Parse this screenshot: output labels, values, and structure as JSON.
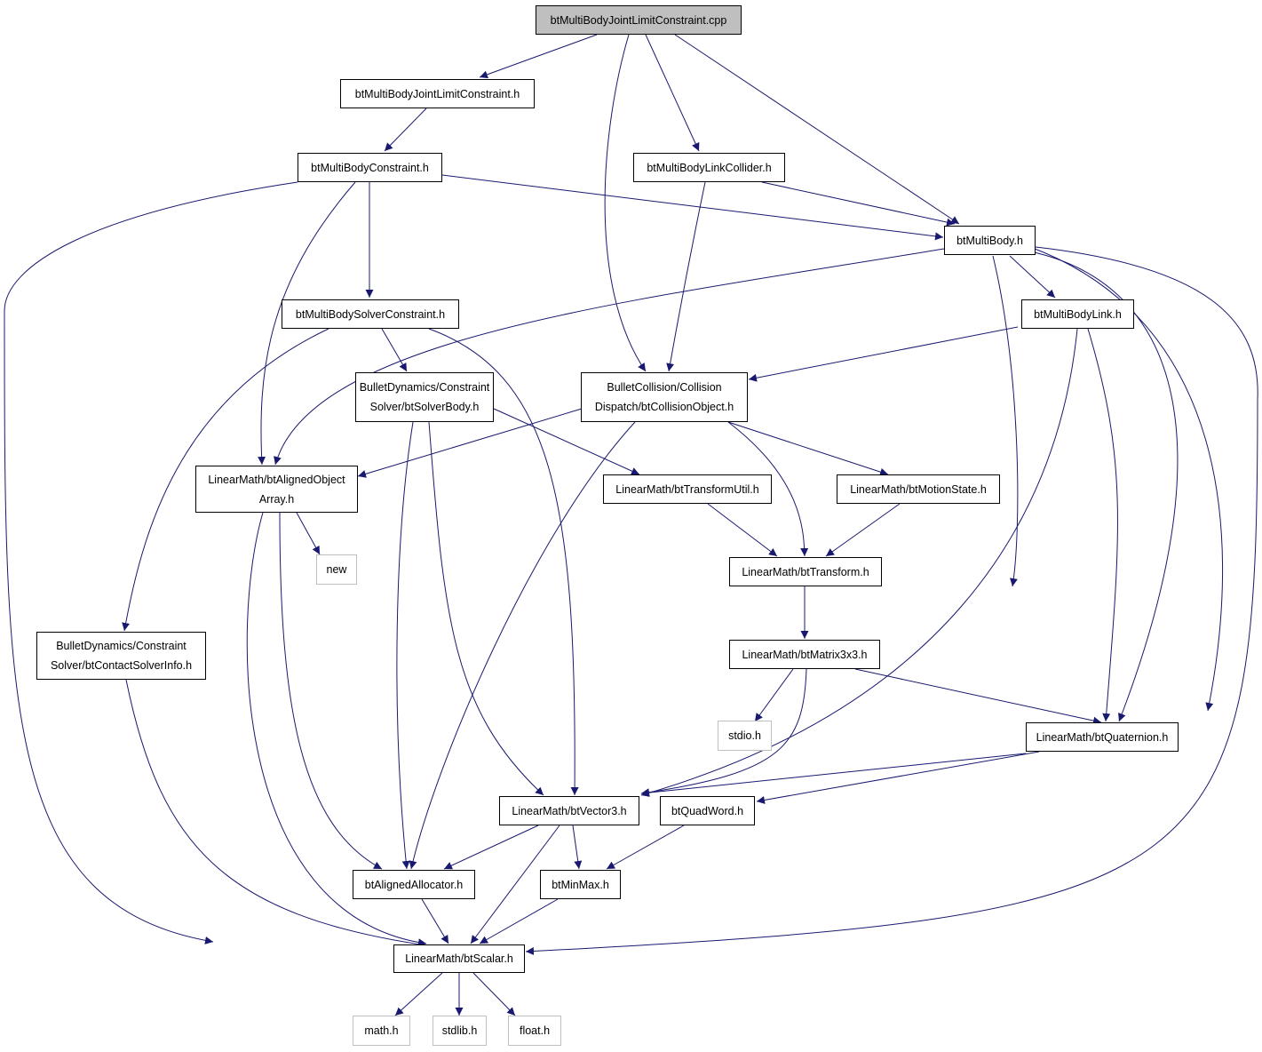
{
  "colors": {
    "edge": "#191970",
    "root_fill": "#bfbfbf",
    "node_border": "#000000",
    "external_border": "#bfbfbf"
  },
  "nodes": {
    "root": {
      "lines": [
        "btMultiBodyJointLimitConstraint.cpp"
      ]
    },
    "jlc_h": {
      "lines": [
        "btMultiBodyJointLimitConstraint.h"
      ]
    },
    "mbc_h": {
      "lines": [
        "btMultiBodyConstraint.h"
      ]
    },
    "linkcollider_h": {
      "lines": [
        "btMultiBodyLinkCollider.h"
      ]
    },
    "multibody_h": {
      "lines": [
        "btMultiBody.h"
      ]
    },
    "solverconstraint_h": {
      "lines": [
        "btMultiBodySolverConstraint.h"
      ]
    },
    "link_h": {
      "lines": [
        "btMultiBodyLink.h"
      ]
    },
    "solverbody_h": {
      "lines": [
        "BulletDynamics/Constraint",
        "Solver/btSolverBody.h"
      ]
    },
    "collisionobject_h": {
      "lines": [
        "BulletCollision/Collision",
        "Dispatch/btCollisionObject.h"
      ]
    },
    "alignedarray_h": {
      "lines": [
        "LinearMath/btAlignedObject",
        "Array.h"
      ]
    },
    "transformutil_h": {
      "lines": [
        "LinearMath/btTransformUtil.h"
      ]
    },
    "motionstate_h": {
      "lines": [
        "LinearMath/btMotionState.h"
      ]
    },
    "new": {
      "lines": [
        "new"
      ]
    },
    "transform_h": {
      "lines": [
        "LinearMath/btTransform.h"
      ]
    },
    "contactsolverinfo_h": {
      "lines": [
        "BulletDynamics/Constraint",
        "Solver/btContactSolverInfo.h"
      ]
    },
    "matrix3x3_h": {
      "lines": [
        "LinearMath/btMatrix3x3.h"
      ]
    },
    "stdio_h": {
      "lines": [
        "stdio.h"
      ]
    },
    "quaternion_h": {
      "lines": [
        "LinearMath/btQuaternion.h"
      ]
    },
    "vector3_h": {
      "lines": [
        "LinearMath/btVector3.h"
      ]
    },
    "quadword_h": {
      "lines": [
        "btQuadWord.h"
      ]
    },
    "alignedallocator_h": {
      "lines": [
        "btAlignedAllocator.h"
      ]
    },
    "minmax_h": {
      "lines": [
        "btMinMax.h"
      ]
    },
    "scalar_h": {
      "lines": [
        "LinearMath/btScalar.h"
      ]
    },
    "math_h": {
      "lines": [
        "math.h"
      ]
    },
    "stdlib_h": {
      "lines": [
        "stdlib.h"
      ]
    },
    "float_h": {
      "lines": [
        "float.h"
      ]
    }
  },
  "edges": [
    [
      "root",
      "jlc_h"
    ],
    [
      "root",
      "collisionobject_h"
    ],
    [
      "root",
      "linkcollider_h"
    ],
    [
      "root",
      "multibody_h"
    ],
    [
      "jlc_h",
      "mbc_h"
    ],
    [
      "mbc_h",
      "scalar_h"
    ],
    [
      "mbc_h",
      "alignedarray_h"
    ],
    [
      "mbc_h",
      "solverconstraint_h"
    ],
    [
      "mbc_h",
      "multibody_h"
    ],
    [
      "linkcollider_h",
      "collisionobject_h"
    ],
    [
      "linkcollider_h",
      "multibody_h"
    ],
    [
      "multibody_h",
      "alignedarray_h"
    ],
    [
      "multibody_h",
      "matrix3x3_h"
    ],
    [
      "multibody_h",
      "link_h"
    ],
    [
      "multibody_h",
      "quaternion_h"
    ],
    [
      "multibody_h",
      "vector3_h"
    ],
    [
      "multibody_h",
      "scalar_h"
    ],
    [
      "solverconstraint_h",
      "alignedarray_h"
    ],
    [
      "solverconstraint_h",
      "contactsolverinfo_h"
    ],
    [
      "solverconstraint_h",
      "solverbody_h"
    ],
    [
      "solverconstraint_h",
      "vector3_h"
    ],
    [
      "link_h",
      "collisionobject_h"
    ],
    [
      "link_h",
      "vector3_h"
    ],
    [
      "link_h",
      "quaternion_h"
    ],
    [
      "solverbody_h",
      "alignedallocator_h"
    ],
    [
      "solverbody_h",
      "vector3_h"
    ],
    [
      "solverbody_h",
      "matrix3x3_h"
    ],
    [
      "solverbody_h",
      "transformutil_h"
    ],
    [
      "collisionobject_h",
      "alignedarray_h"
    ],
    [
      "collisionobject_h",
      "alignedallocator_h"
    ],
    [
      "collisionobject_h",
      "transform_h"
    ],
    [
      "collisionobject_h",
      "motionstate_h"
    ],
    [
      "alignedarray_h",
      "new"
    ],
    [
      "alignedarray_h",
      "alignedallocator_h"
    ],
    [
      "alignedarray_h",
      "scalar_h"
    ],
    [
      "transformutil_h",
      "transform_h"
    ],
    [
      "motionstate_h",
      "transform_h"
    ],
    [
      "transform_h",
      "matrix3x3_h"
    ],
    [
      "contactsolverinfo_h",
      "scalar_h"
    ],
    [
      "matrix3x3_h",
      "stdio_h"
    ],
    [
      "matrix3x3_h",
      "vector3_h"
    ],
    [
      "matrix3x3_h",
      "quaternion_h"
    ],
    [
      "quaternion_h",
      "vector3_h"
    ],
    [
      "quaternion_h",
      "quadword_h"
    ],
    [
      "vector3_h",
      "alignedallocator_h"
    ],
    [
      "vector3_h",
      "minmax_h"
    ],
    [
      "vector3_h",
      "scalar_h"
    ],
    [
      "quadword_h",
      "minmax_h"
    ],
    [
      "quadword_h",
      "scalar_h"
    ],
    [
      "alignedallocator_h",
      "scalar_h"
    ],
    [
      "minmax_h",
      "scalar_h"
    ],
    [
      "scalar_h",
      "math_h"
    ],
    [
      "scalar_h",
      "stdlib_h"
    ],
    [
      "scalar_h",
      "float_h"
    ]
  ]
}
